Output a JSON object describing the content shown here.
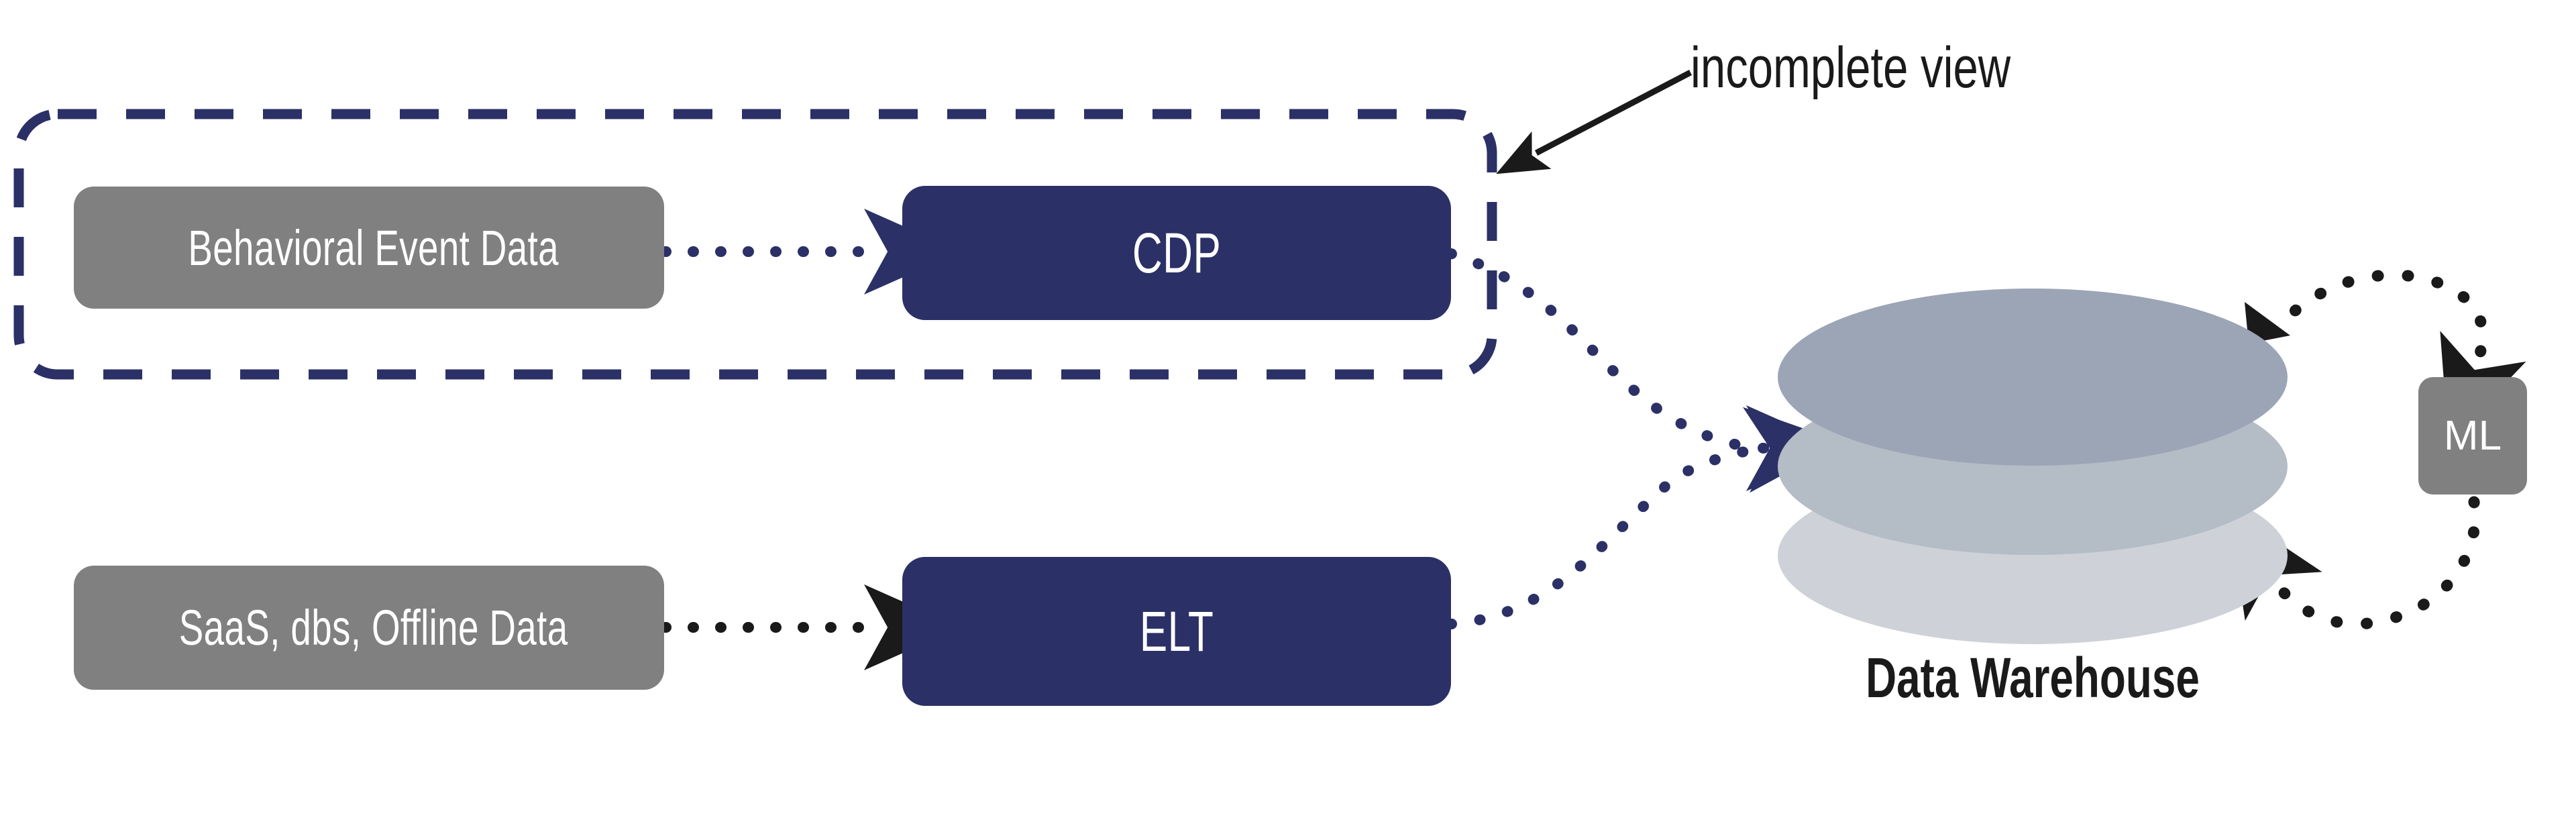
{
  "diagram": {
    "title_annotation": "incomplete view",
    "colors": {
      "navy": "#2b3166",
      "gray": "#808080",
      "black": "#1a1a1a",
      "warehouse_top": "#9ba5b6",
      "warehouse_middle": "#b4bcc6",
      "warehouse_bottom": "#ced2d8",
      "background": "#ffffff"
    },
    "nodes": {
      "behavioral_event_data": "Behavioral Event Data",
      "cdp": "CDP",
      "saas_dbs_offline_data": "SaaS, dbs, Offline Data",
      "elt": "ELT",
      "data_warehouse": "Data Warehouse",
      "ml": "ML"
    },
    "groups": {
      "incomplete_view_group": "incomplete view"
    },
    "edges": [
      {
        "from": "Behavioral Event Data",
        "to": "CDP",
        "style": "dotted",
        "color": "#2b3166"
      },
      {
        "from": "SaaS, dbs, Offline Data",
        "to": "ELT",
        "style": "dotted",
        "color": "#1a1a1a"
      },
      {
        "from": "CDP",
        "to": "Data Warehouse",
        "style": "dotted-curve",
        "color": "#2b3166"
      },
      {
        "from": "ELT",
        "to": "Data Warehouse",
        "style": "dotted-curve",
        "color": "#2b3166"
      },
      {
        "from": "Data Warehouse",
        "to": "ML",
        "style": "dotted-arc",
        "color": "#1a1a1a"
      },
      {
        "from": "ML",
        "to": "Data Warehouse",
        "style": "dotted-arc",
        "color": "#1a1a1a"
      }
    ],
    "annotation_pointer": {
      "label": "incomplete view",
      "style": "solid-arrow",
      "color": "#1a1a1a",
      "points_to": "incomplete view group boundary"
    }
  }
}
